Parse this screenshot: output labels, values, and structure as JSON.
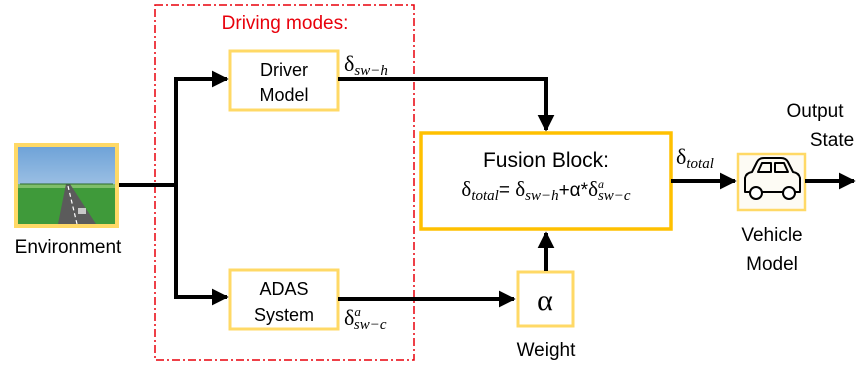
{
  "driving_modes": {
    "title": "Driving modes:",
    "color": "#e8000b"
  },
  "environment": {
    "label": "Environment"
  },
  "driver_model": {
    "line1": "Driver",
    "line2": "Model"
  },
  "adas_system": {
    "line1": "ADAS",
    "line2": "System"
  },
  "fusion_block": {
    "title": "Fusion Block:"
  },
  "weight": {
    "symbol": "α",
    "label": "Weight"
  },
  "vehicle": {
    "line1": "Vehicle",
    "line2": "Model",
    "icon": "car-icon"
  },
  "output": {
    "line1": "Output",
    "line2": "State"
  },
  "symbols": {
    "delta": "δ",
    "sw_h": "sw−h",
    "sw_c": "sw−c",
    "a_sup": "a",
    "total": "total",
    "eq": "= ",
    "plus_alpha": "+α*"
  },
  "colors": {
    "box_border": "#ffc000",
    "box_border_light": "#ffd966",
    "arrow": "#000000"
  }
}
